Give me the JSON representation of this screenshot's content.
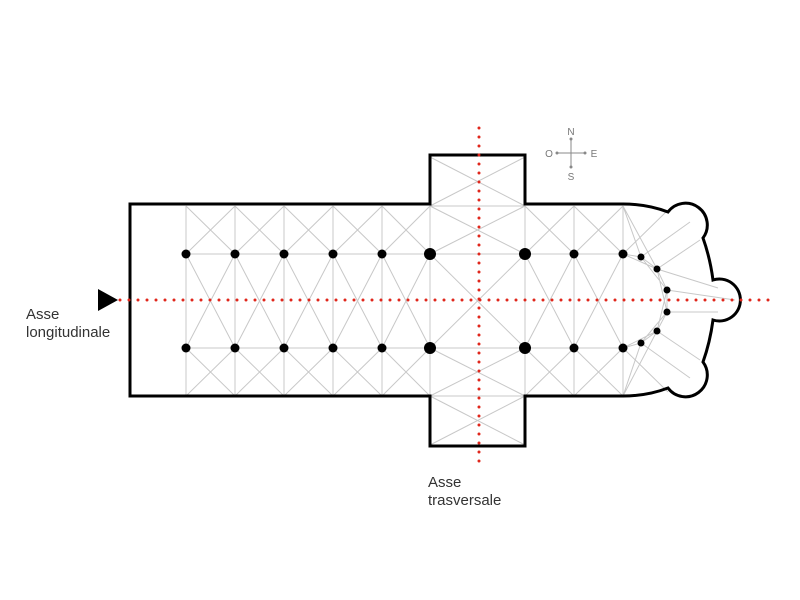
{
  "labels": {
    "longitudinal_axis": [
      "Asse",
      "longitudinale"
    ],
    "transverse_axis": [
      "Asse",
      "trasversale"
    ]
  },
  "compass": {
    "north": "N",
    "south": "S",
    "east": "E",
    "west": "O"
  },
  "colors": {
    "outline": "#000000",
    "vault_lines": "#c8c8c8",
    "axis": "#e0261b",
    "pillars": "#000000",
    "compass": "#888888",
    "text": "#333333"
  },
  "icons": {
    "entrance_marker": "triangle-right-icon"
  }
}
